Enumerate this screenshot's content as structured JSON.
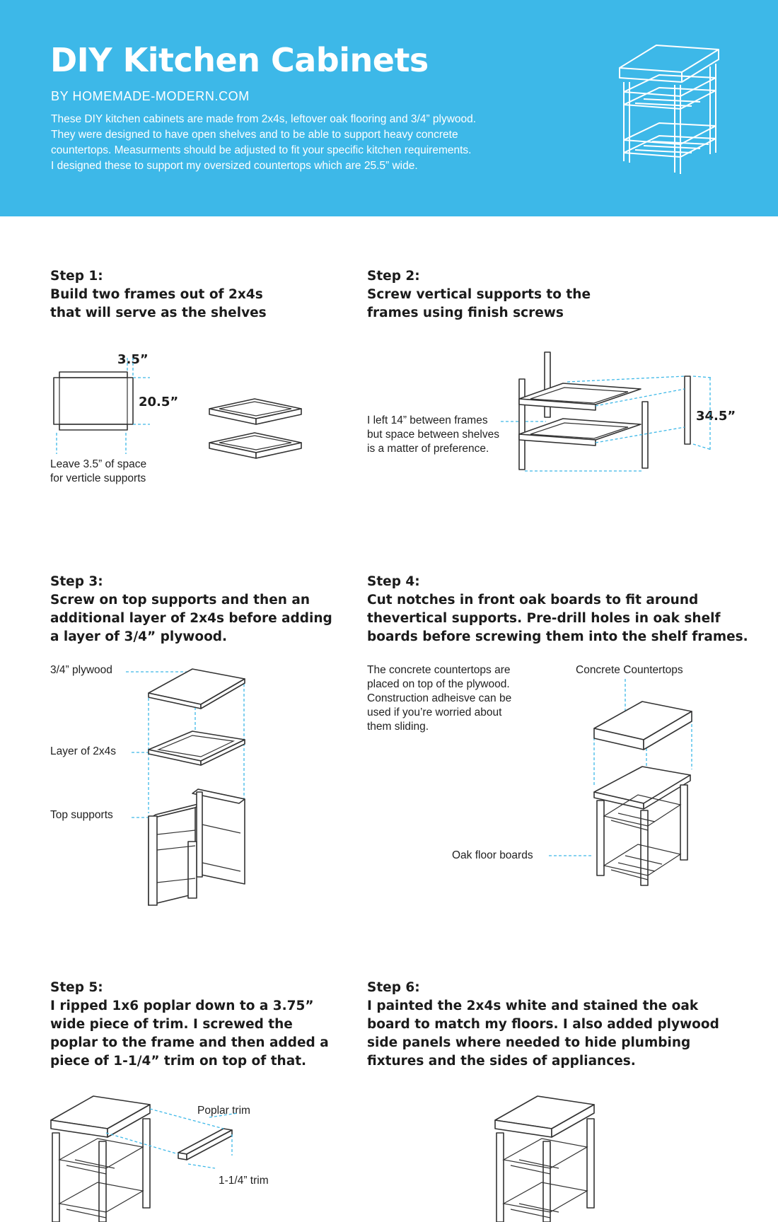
{
  "header": {
    "title": "DIY Kitchen Cabinets",
    "byline": "BY HOMEMADE-MODERN.COM",
    "intro_lines": [
      "These DIY kitchen cabinets are made from 2x4s, leftover oak flooring and 3/4” plywood.",
      "They were designed to have open shelves and to be able to support heavy concrete",
      "countertops. Measurments should be adjusted to fit your specific kitchen requirements.",
      "I designed these to support my oversized countertops which are 25.5” wide."
    ]
  },
  "steps": [
    {
      "label": "Step 1:",
      "lines": [
        "Build two frames out of 2x4s",
        "that will serve as the shelves"
      ],
      "dims": [
        "3.5”",
        "20.5”"
      ],
      "note_lines": [
        "Leave 3.5” of space",
        "for verticle supports"
      ]
    },
    {
      "label": "Step 2:",
      "lines": [
        "Screw vertical supports to the",
        "frames using finish screws"
      ],
      "dims": [
        "34.5”"
      ],
      "note_lines": [
        "I left 14” between frames",
        "but space between shelves",
        "is a matter of preference."
      ]
    },
    {
      "label": "Step 3:",
      "lines": [
        "Screw on top supports and then an",
        "additional layer of 2x4s before adding",
        "a layer of 3/4” plywood."
      ],
      "callouts": [
        "3/4” plywood",
        "Layer of 2x4s",
        "Top supports"
      ]
    },
    {
      "label": "Step 4:",
      "lines": [
        "Cut notches in front oak boards to fit around",
        "thevertical supports. Pre-drill holes in oak shelf",
        "boards before screwing them into the shelf frames."
      ],
      "note_lines": [
        "The concrete countertops are",
        "placed on top of the plywood.",
        "Construction adheisve can be",
        "used if you’re worried about",
        "them sliding."
      ],
      "callouts": [
        "Concrete Countertops",
        "Oak floor boards"
      ]
    },
    {
      "label": "Step 5:",
      "lines": [
        "I ripped 1x6 poplar down to a 3.75”",
        "wide piece of trim. I screwed the",
        "poplar to the frame and then added a",
        "piece of 1-1/4” trim on top of that."
      ],
      "callouts": [
        "Poplar trim",
        "1-1/4” trim"
      ]
    },
    {
      "label": "Step 6:",
      "lines": [
        "I painted the 2x4s white and stained the oak",
        "board to match my floors.  I also added plywood",
        "side panels where needed to hide plumbing",
        "fixtures and the sides of appliances."
      ]
    }
  ]
}
